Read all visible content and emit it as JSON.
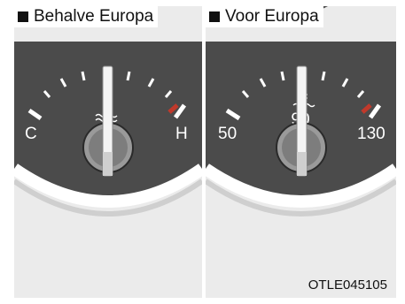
{
  "panels": [
    {
      "label": "Behalve Europa",
      "min_label": "C",
      "max_label": "H",
      "center_label": ""
    },
    {
      "label": "Voor Europa",
      "min_label": "50",
      "max_label": "130",
      "center_label": "90"
    }
  ],
  "code": "OTLE045105",
  "icons": {
    "label_marker": "black-square-icon",
    "gauge_symbol": "coolant-temperature-icon"
  },
  "colors": {
    "face": "#4a4a4a",
    "bezel": "#ffffff",
    "background": "#ebebeb",
    "red_tick": "#c0392b"
  }
}
